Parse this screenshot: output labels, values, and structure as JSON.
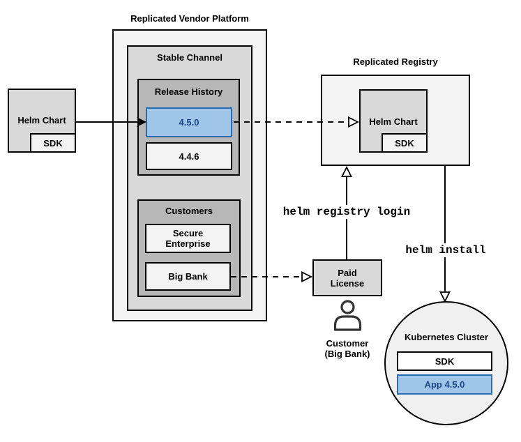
{
  "titles": {
    "vendor_platform": "Replicated Vendor Platform",
    "stable_channel": "Stable Channel",
    "release_history": "Release History",
    "customers": "Customers",
    "registry": "Replicated Registry",
    "cluster": "Kubernetes Cluster"
  },
  "source_chart": {
    "label": "Helm Chart",
    "sdk_label": "SDK"
  },
  "releases": [
    {
      "version": "4.5.0",
      "highlighted": true
    },
    {
      "version": "4.4.6",
      "highlighted": false
    }
  ],
  "customer_list": [
    {
      "name": "Secure Enterprise"
    },
    {
      "name": "Big Bank"
    }
  ],
  "registry_chart": {
    "label": "Helm Chart",
    "sdk_label": "SDK"
  },
  "paid_license": {
    "label": "Paid License"
  },
  "customer_actor": {
    "line1": "Customer",
    "line2": "(Big Bank)"
  },
  "cluster": {
    "sdk_label": "SDK",
    "app_label": "App 4.5.0"
  },
  "commands": {
    "registry_login": "helm registry login",
    "install": "helm install"
  },
  "colors": {
    "container_light": "#f3f3f3",
    "container_mid": "#d9d9d9",
    "container_dark": "#b7b7b7",
    "highlight_fill": "#9fc5e8",
    "highlight_border": "#2b6cb0",
    "highlight_text": "#1c4587",
    "line": "#000000",
    "person_icon": "#333333"
  }
}
